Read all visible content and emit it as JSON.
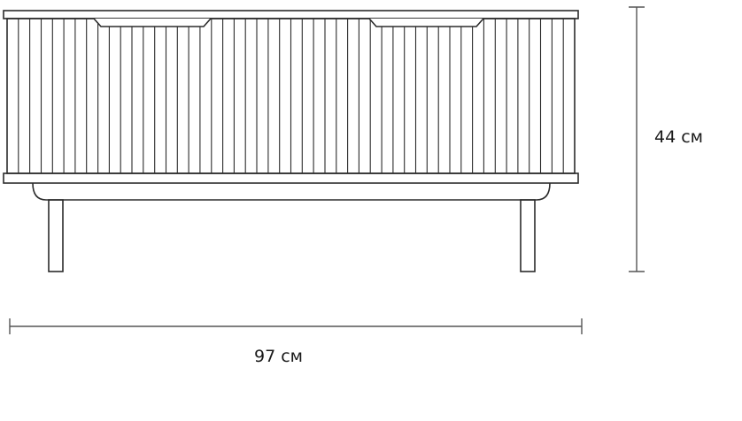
{
  "dimensions": {
    "height_label": "44 см",
    "width_label": "97 см"
  },
  "colors": {
    "line": "#2b2b2b",
    "dimension_line": "#555555",
    "background": "#ffffff"
  },
  "furniture": {
    "type": "sideboard",
    "slat_count": 49,
    "leg_count": 2
  }
}
